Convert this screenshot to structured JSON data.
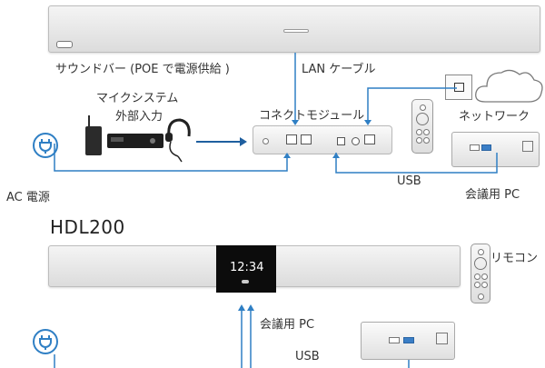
{
  "labels": {
    "soundbar": "サウンドバー (POE で電源供給 )",
    "lan_cable": "LAN ケーブル",
    "mic_system": "マイクシステム",
    "external_input": "外部入力",
    "connect_module": "コネクトモジュール",
    "network": "ネットワーク",
    "ac_power": "AC 電源",
    "usb_top": "USB",
    "meeting_pc_top": "会議用 PC",
    "model": "HDL200",
    "remote": "リモコン",
    "meeting_pc_bottom": "会議用 PC",
    "usb_bottom": "USB",
    "clock": "12:34"
  },
  "icons": [
    "power-plug-icon",
    "cloud-icon",
    "wall-jack-icon",
    "brand-logo-icon",
    "microphone-receiver-icon",
    "headset-mic-icon",
    "remote-icon",
    "pc-icon"
  ],
  "colors": {
    "line": "#2f7fc4",
    "arrow": "#1f5f9f"
  }
}
